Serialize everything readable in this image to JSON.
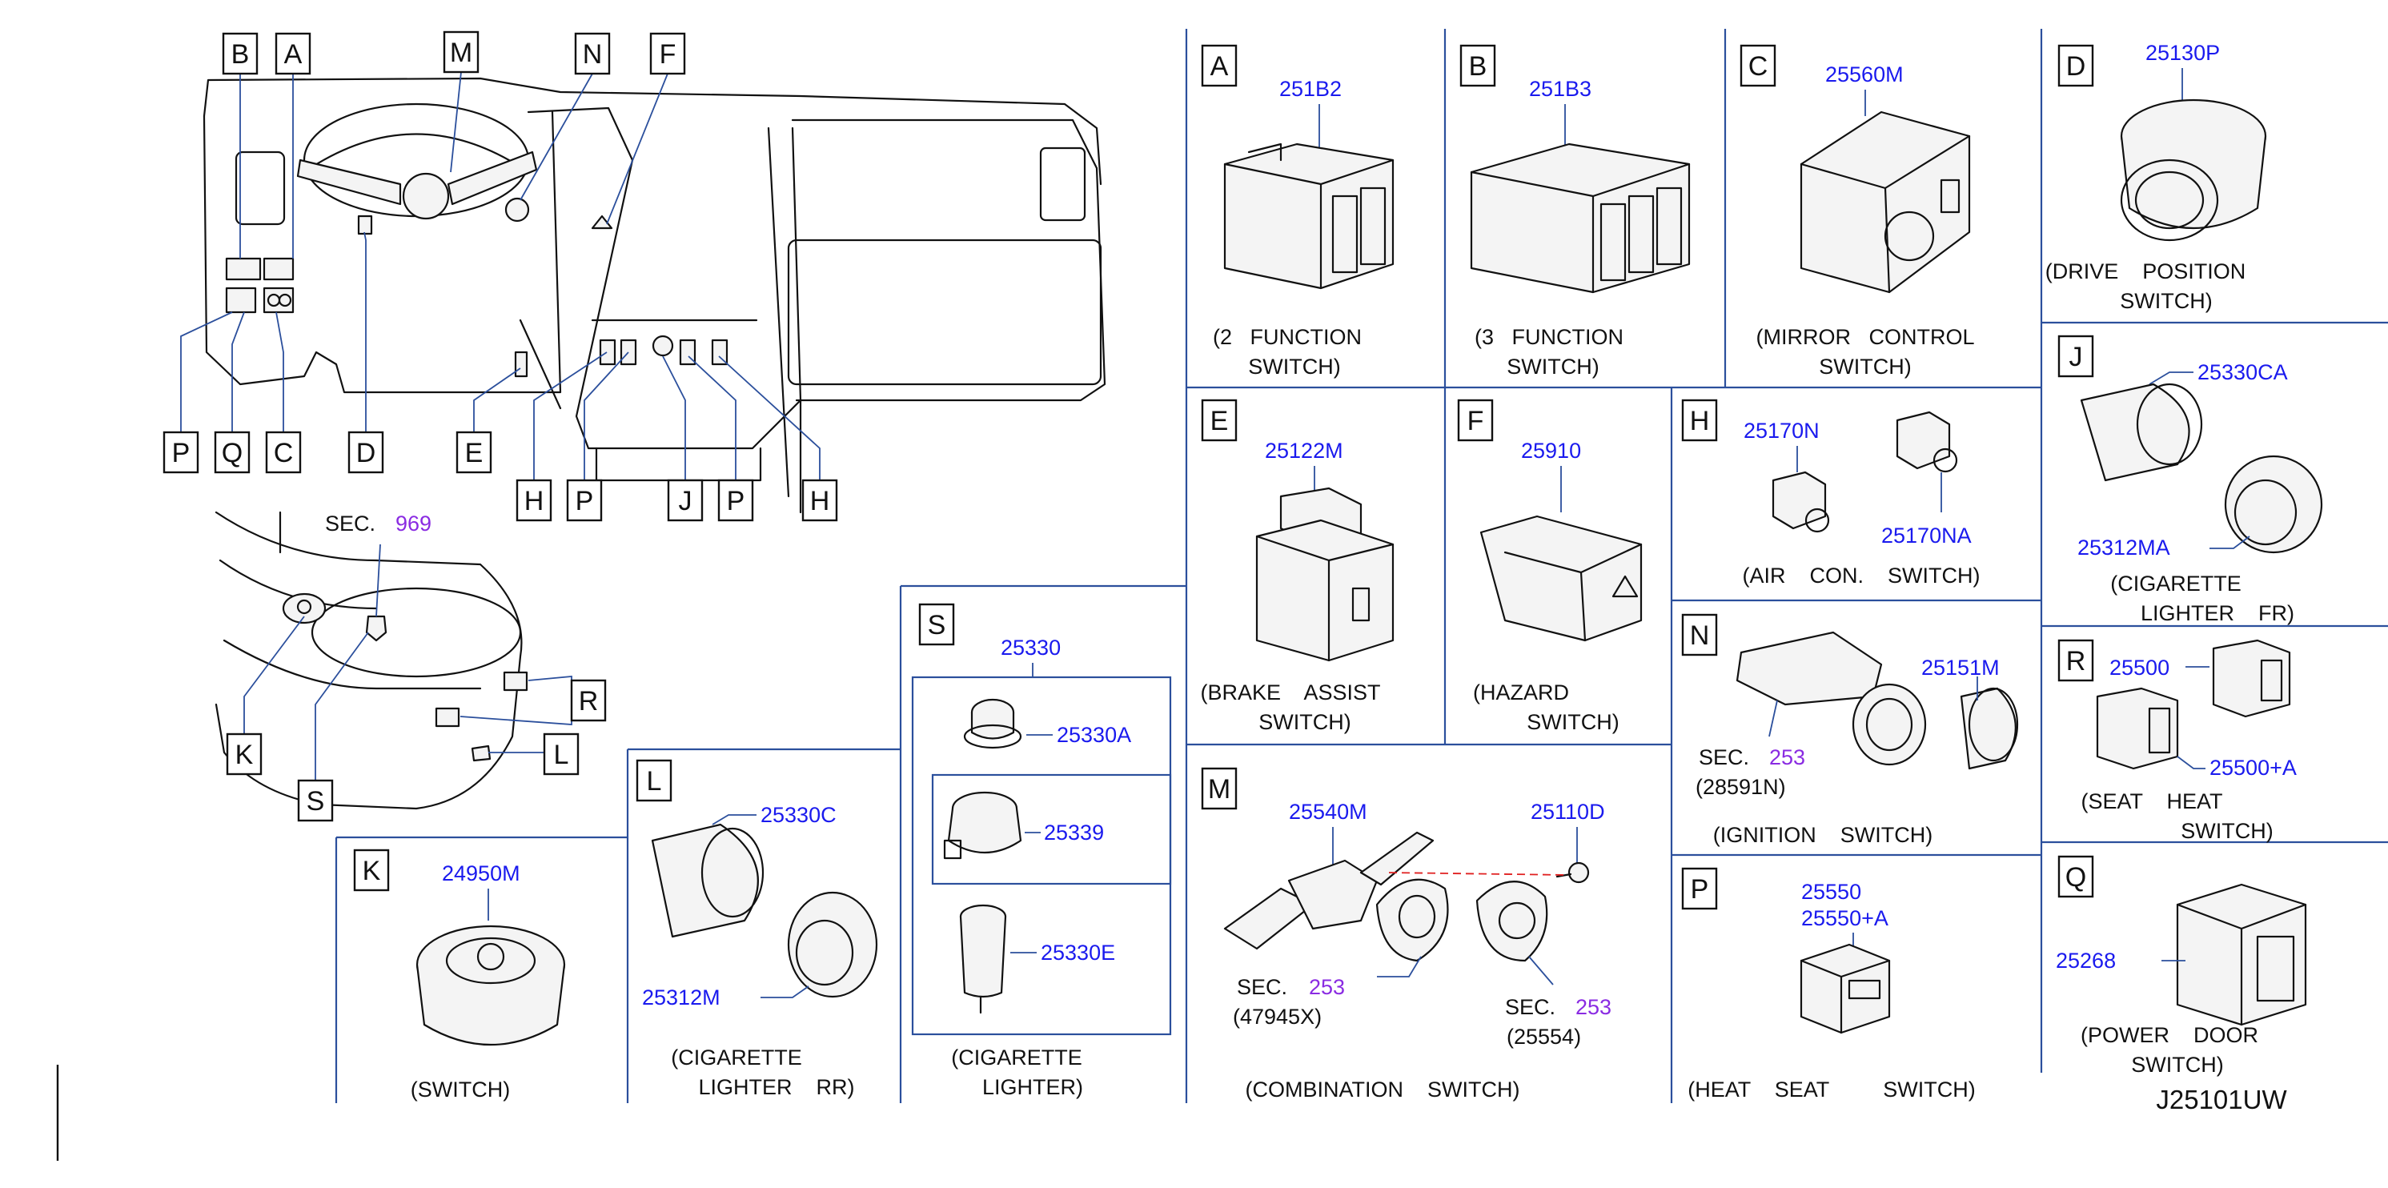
{
  "overview": {
    "labels": [
      "B",
      "A",
      "M",
      "N",
      "F",
      "P",
      "Q",
      "C",
      "D",
      "E",
      "H",
      "P",
      "J",
      "P",
      "H"
    ],
    "lower_labels": [
      "R",
      "K",
      "L",
      "S"
    ],
    "sec_text": "SEC.",
    "sec_number": "969"
  },
  "panels": {
    "A": {
      "letter": "A",
      "part": "251B2",
      "caption": [
        "(2   FUNCTION",
        "SWITCH)"
      ]
    },
    "B": {
      "letter": "B",
      "part": "251B3",
      "caption": [
        "(3   FUNCTION",
        "SWITCH)"
      ]
    },
    "C": {
      "letter": "C",
      "part": "25560M",
      "caption": [
        "(MIRROR   CONTROL",
        "SWITCH)"
      ]
    },
    "D": {
      "letter": "D",
      "part": "25130P",
      "caption": [
        "(DRIVE    POSITION",
        "SWITCH)"
      ]
    },
    "E": {
      "letter": "E",
      "part": "25122M",
      "caption": [
        "(BRAKE    ASSIST",
        "SWITCH)"
      ]
    },
    "F": {
      "letter": "F",
      "part": "25910",
      "caption": [
        "(HAZARD",
        "SWITCH)"
      ]
    },
    "H": {
      "letter": "H",
      "parts": [
        "25170N",
        "25170NA"
      ],
      "caption": "(AIR    CON.    SWITCH)"
    },
    "J": {
      "letter": "J",
      "parts": [
        "25330CA",
        "25312MA"
      ],
      "caption": [
        "(CIGARETTE",
        "LIGHTER    FR)"
      ]
    },
    "N": {
      "letter": "N",
      "part": "25151M",
      "sec": "SEC.",
      "sec_number": "253",
      "sub": "(28591N)",
      "caption": "(IGNITION    SWITCH)"
    },
    "R": {
      "letter": "R",
      "parts": [
        "25500",
        "25500+A"
      ],
      "caption": [
        "(SEAT    HEAT",
        "SWITCH)"
      ]
    },
    "S": {
      "letter": "S",
      "parts": [
        "25330",
        "25330A",
        "25339",
        "25330E"
      ],
      "caption": [
        "(CIGARETTE",
        "LIGHTER)"
      ]
    },
    "M": {
      "letter": "M",
      "parts": [
        "25540M",
        "25110D"
      ],
      "sec": "SEC.",
      "sec_number_1": "253",
      "sub_1": "(47945X)",
      "sec_number_2": "253",
      "sub_2": "(25554)",
      "caption": "(COMBINATION    SWITCH)"
    },
    "P": {
      "letter": "P",
      "parts": [
        "25550",
        "25550+A"
      ],
      "caption": "(HEAT    SEAT         SWITCH)"
    },
    "Q": {
      "letter": "Q",
      "part": "25268",
      "caption": [
        "(POWER    DOOR",
        "SWITCH)"
      ]
    },
    "L": {
      "letter": "L",
      "parts": [
        "25330C",
        "25312M"
      ],
      "caption": [
        "(CIGARETTE",
        "LIGHTER    RR)"
      ]
    },
    "K": {
      "letter": "K",
      "part": "24950M",
      "caption": "(SWITCH)"
    }
  },
  "drawing_code": "J25101UW"
}
